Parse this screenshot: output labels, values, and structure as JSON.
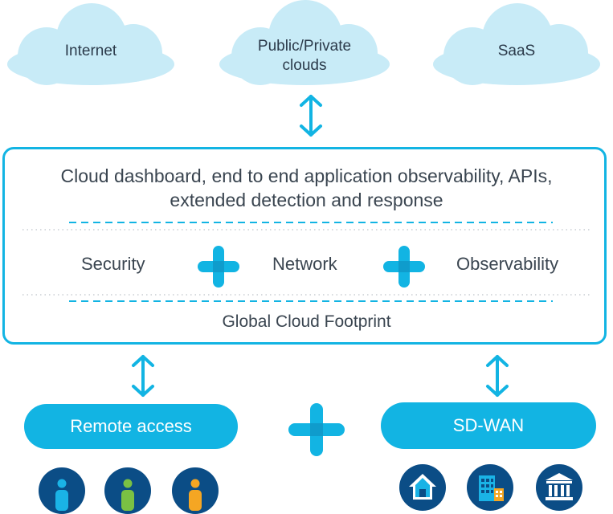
{
  "clouds": {
    "internet": "Internet",
    "public_private_line1": "Public/Private",
    "public_private_line2": "clouds",
    "saas": "SaaS"
  },
  "platform": {
    "top_line1": "Cloud dashboard, end to end application observability, APIs,",
    "top_line2": "extended detection and response",
    "security": "Security",
    "network": "Network",
    "observability": "Observability",
    "footprint": "Global Cloud Footprint"
  },
  "access": {
    "remote_access": "Remote access",
    "sd_wan": "SD-WAN"
  },
  "colors": {
    "accent": "#12b4e3",
    "cloud": "#c8ebf7",
    "icon_bg": "#0b4d86",
    "user_blue": "#1ab3e6",
    "user_green": "#7ac143",
    "user_orange": "#f5a623"
  },
  "icons": [
    "user-icon",
    "home-icon",
    "office-building-icon",
    "bank-icon"
  ]
}
